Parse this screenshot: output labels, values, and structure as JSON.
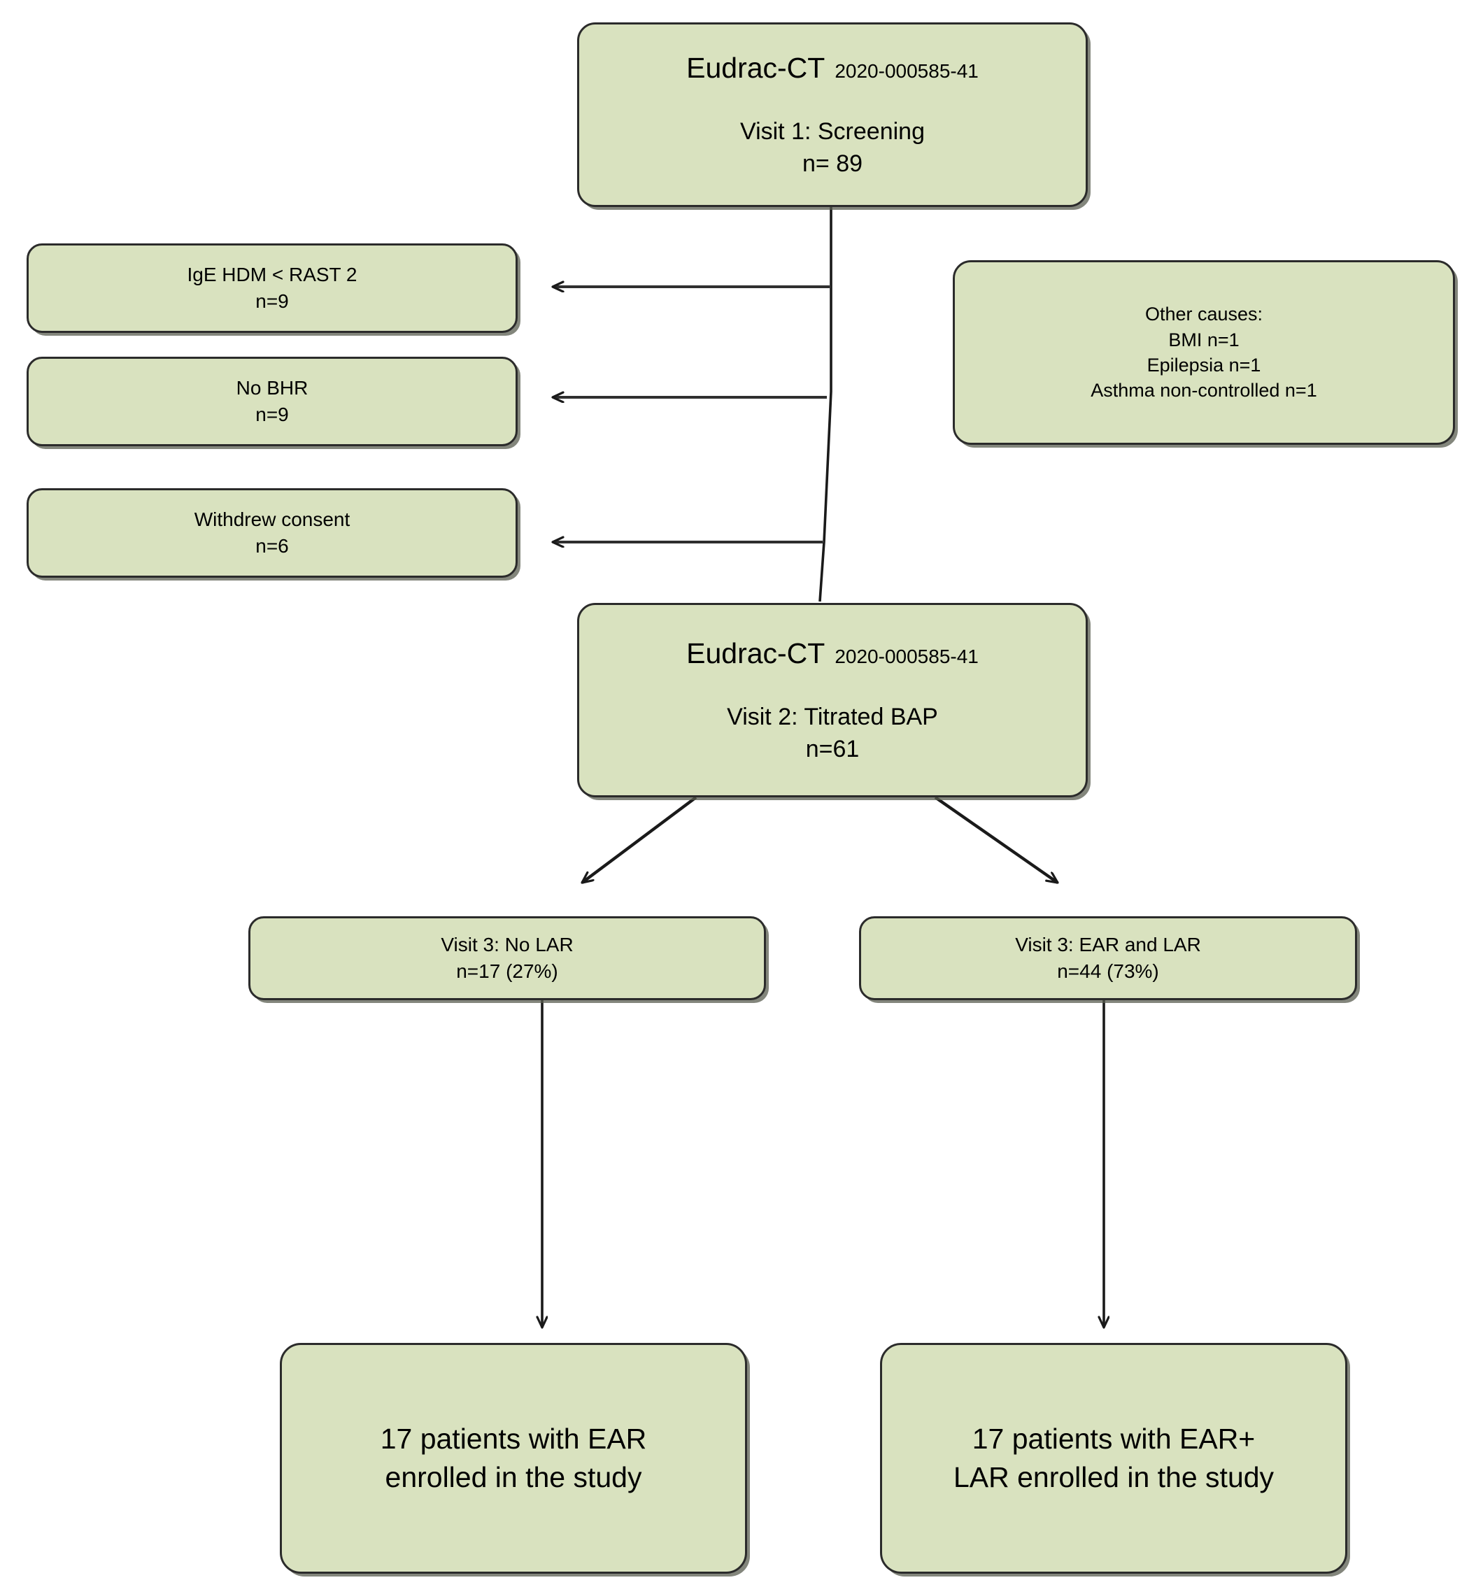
{
  "diagram": {
    "type": "flowchart",
    "kind": "CONSORT-style patient flow diagram",
    "palette": {
      "node_fill": "#d9e2bf",
      "node_border": "#2b2b2b",
      "node_shadow": "#5a5e50",
      "connector": "#1a1a1a",
      "background": "#ffffff"
    },
    "nodes": [
      {
        "id": "visit1",
        "role": "screening",
        "trial_label": "Eudrac-CT",
        "trial_id": "2020-000585-41",
        "line_visit": "Visit 1: Screening",
        "line_n": "n= 89"
      },
      {
        "id": "excl_ige",
        "role": "exclusion",
        "line_reason": "IgE HDM < RAST 2",
        "line_n": "n=9"
      },
      {
        "id": "excl_bhr",
        "role": "exclusion",
        "line_reason": "No BHR",
        "line_n": "n=9"
      },
      {
        "id": "excl_consent",
        "role": "exclusion",
        "line_reason": "Withdrew consent",
        "line_n": "n=6"
      },
      {
        "id": "other_causes",
        "role": "exclusion-other",
        "line_header": "Other causes:",
        "line_bmi": "BMI n=1",
        "line_epilepsia": "Epilepsia n=1",
        "line_asthma": "Asthma non-controlled n=1"
      },
      {
        "id": "visit2",
        "role": "titration",
        "trial_label": "Eudrac-CT",
        "trial_id": "2020-000585-41",
        "line_visit": "Visit 2: Titrated BAP",
        "line_n": "n=61"
      },
      {
        "id": "visit3_nolar",
        "role": "arm-left",
        "line_visit": "Visit 3: No LAR",
        "line_n": "n=17 (27%)"
      },
      {
        "id": "visit3_earlar",
        "role": "arm-right",
        "line_visit": "Visit 3: EAR and LAR",
        "line_n": "n=44 (73%)"
      },
      {
        "id": "enrolled_ear",
        "role": "outcome-left",
        "line1": "17 patients with EAR",
        "line2": "enrolled in the study"
      },
      {
        "id": "enrolled_earlar",
        "role": "outcome-right",
        "line1": "17 patients with EAR+",
        "line2": "LAR enrolled in the study"
      }
    ],
    "edges": [
      {
        "from": "visit1",
        "to": "excl_ige",
        "style": "elbow-left-arrow"
      },
      {
        "from": "visit1",
        "to": "excl_bhr",
        "style": "elbow-left-arrow"
      },
      {
        "from": "visit1",
        "to": "excl_consent",
        "style": "elbow-left-arrow"
      },
      {
        "from": "visit1",
        "to": "visit2",
        "style": "straight"
      },
      {
        "from": "visit2",
        "to": "visit3_nolar",
        "style": "diagonal-arrow"
      },
      {
        "from": "visit2",
        "to": "visit3_earlar",
        "style": "diagonal-arrow"
      },
      {
        "from": "visit3_nolar",
        "to": "enrolled_ear",
        "style": "vertical-arrow"
      },
      {
        "from": "visit3_earlar",
        "to": "enrolled_earlar",
        "style": "vertical-arrow"
      }
    ]
  }
}
